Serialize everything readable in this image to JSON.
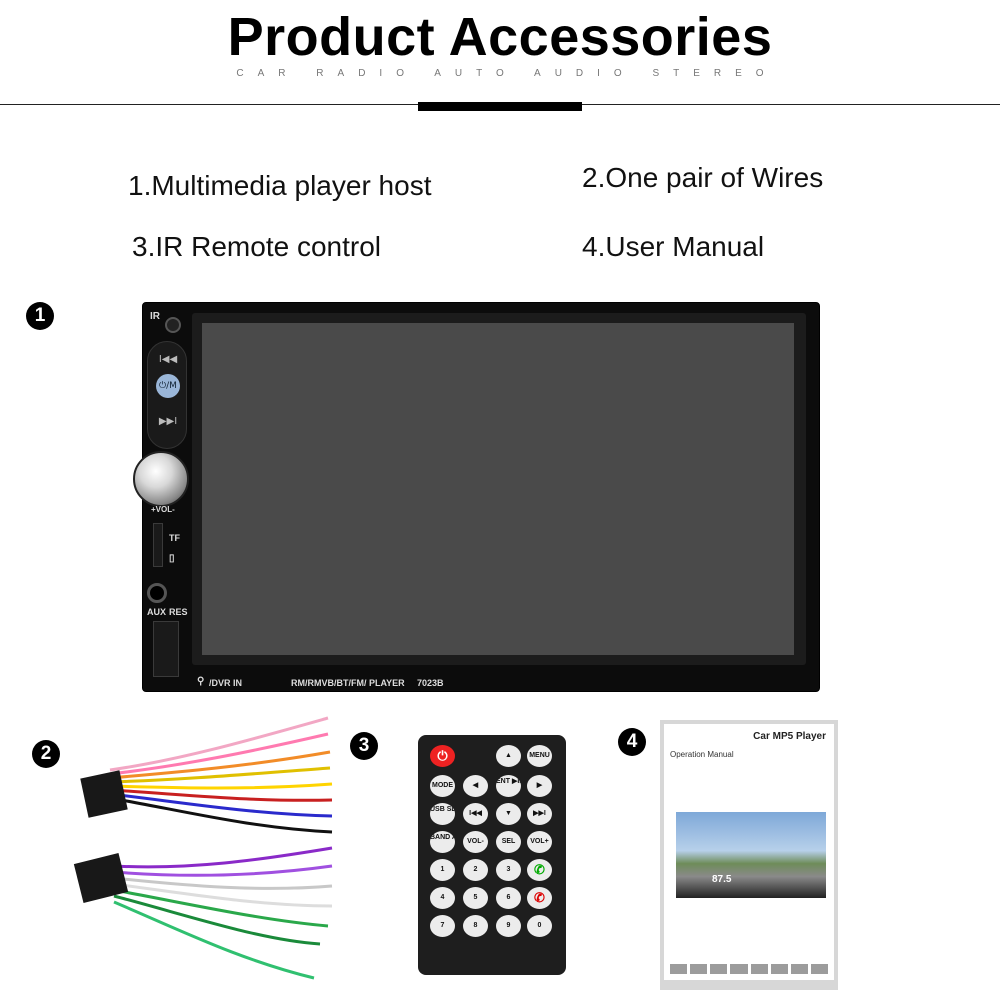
{
  "header": {
    "title": "Product Accessories",
    "subtitle": "CAR RADIO AUTO AUDIO STEREO"
  },
  "items": [
    {
      "label": "1.Multimedia player host"
    },
    {
      "label": "2.One pair of Wires"
    },
    {
      "label": "3.IR Remote control"
    },
    {
      "label": "4.User Manual"
    }
  ],
  "badges": [
    "1",
    "2",
    "3",
    "4"
  ],
  "unit": {
    "ir_label": "IR",
    "tf_label": "TF",
    "vol_label": "+VOL-",
    "aux_label": "AUX",
    "res_label": "RES",
    "dvr_label": "/DVR IN",
    "player_label": "RM/RMVB/BT/FM/ PLAYER",
    "model_label": "7023B",
    "power_label": "⏻/M"
  },
  "remote": {
    "buttons": [
      "⏻",
      "▲",
      "MENU",
      "MODE",
      "◀",
      "ENT ▶II",
      "▶",
      "USB SD",
      "I◀◀",
      "▼",
      "▶▶I",
      "BAND AMS",
      "VOL-",
      "SEL",
      "VOL+",
      "1",
      "2",
      "3",
      "✆",
      "4",
      "5",
      "6",
      "✆",
      "7",
      "8",
      "9",
      "0"
    ]
  },
  "manual": {
    "title": "Car MP5 Player",
    "subtitle": "Operation Manual",
    "freq": "87.5"
  },
  "colors": {
    "badge": "#000000",
    "screen": "#4a4a4a",
    "power_button": "#e22222"
  }
}
